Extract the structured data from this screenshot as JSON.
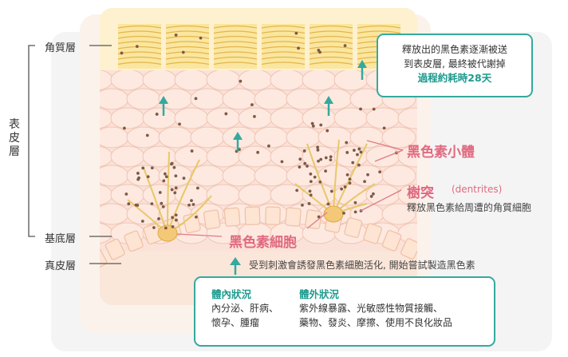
{
  "layers": {
    "stratum_corneum": "角質層",
    "basal": "基底層",
    "dermis": "真皮層",
    "epidermis": "表皮層"
  },
  "callout_top": {
    "line1": "釋放出的黑色素逐漸被送",
    "line2": "到表皮層, 最終被代謝掉",
    "highlight": "過程約耗時28天"
  },
  "annotations": {
    "melanosome": "黑色素小體",
    "dendrite": "樹突",
    "dendrite_en": "(dentrites)",
    "dendrite_desc": "釋放黑色素給周遭的角質細胞",
    "melanocyte": "黑色素細胞",
    "activation": "受到刺激會誘發黑色素細胞活化, 開始嘗試製造黑色素"
  },
  "causes": {
    "internal": {
      "title": "體內狀況",
      "lines": [
        "內分泌、肝病、",
        "懷孕、腫瘤"
      ]
    },
    "external": {
      "title": "體外狀況",
      "lines": [
        "紫外線暴露、光敏感性物質接觸、",
        "藥物、發炎、摩擦、使用不良化妝品"
      ]
    }
  },
  "colors": {
    "teal": "#35a99e",
    "pink_label": "#e06a80",
    "corneum": "#fbe6a0",
    "corneum_line": "#e3b64a",
    "epidermis": "#fbe0d6",
    "dermis": "#fbe6da",
    "melanin": "#7d5a48"
  }
}
